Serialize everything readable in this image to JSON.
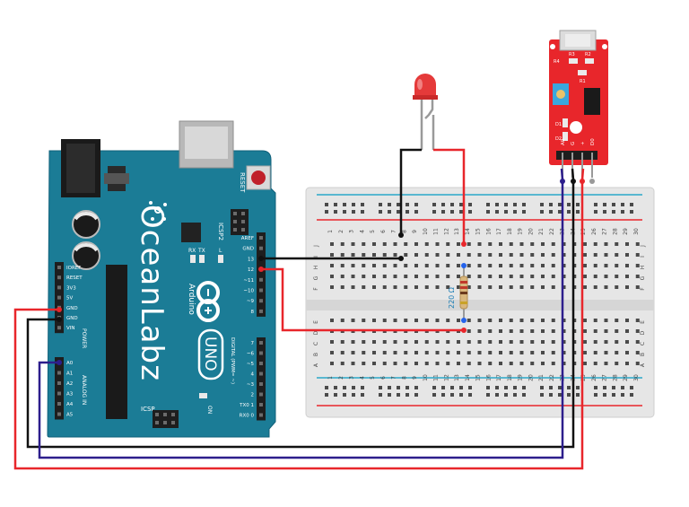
{
  "arduino": {
    "brand": "OceanLabz",
    "model": "UNO",
    "maker": "Arduino",
    "reset_label": "RESET",
    "icsp2_label": "ICSP2",
    "icsp_label": "ICSP",
    "tx_label": "TX",
    "rx_label": "RX",
    "l_label": "L",
    "on_label": "ON",
    "power_label": "POWER",
    "analog_label": "ANALOG IN",
    "digital_label": "DIGITAL (PWM= ~)",
    "power_pins": [
      "IOREF",
      "RESET",
      "3V3",
      "5V",
      "GND",
      "GND",
      "VIN"
    ],
    "analog_pins": [
      "A0",
      "A1",
      "A2",
      "A3",
      "A4",
      "A5"
    ],
    "top_pins": [
      "AREF",
      "GND",
      "13",
      "12",
      "~11",
      "~10",
      "~9",
      "8"
    ],
    "bottom_pins": [
      "7",
      "~6",
      "~5",
      "4",
      "~3",
      "2",
      "TX0 1",
      "RX0 0"
    ],
    "color": "#1b7c96"
  },
  "breadboard": {
    "columns": [
      "1",
      "2",
      "3",
      "4",
      "5",
      "6",
      "7",
      "8",
      "9",
      "10",
      "11",
      "12",
      "13",
      "14",
      "15",
      "16",
      "17",
      "18",
      "19",
      "20",
      "21",
      "22",
      "23",
      "24",
      "25",
      "26",
      "27",
      "28",
      "29",
      "30"
    ],
    "top_rows": [
      "J",
      "I",
      "H",
      "G",
      "F"
    ],
    "bottom_rows": [
      "E",
      "D",
      "C",
      "B",
      "A"
    ]
  },
  "resistor": {
    "label": "220 Ω"
  },
  "sensor": {
    "pins": [
      "A0",
      "G",
      "+",
      "D0"
    ],
    "parts": [
      "R4",
      "R3",
      "R2",
      "R1",
      "D1",
      "D2"
    ],
    "color": "#e8262b"
  },
  "wire_colors": {
    "red": "#e8262b",
    "black": "#111111",
    "blue": "#2d1e8c"
  }
}
